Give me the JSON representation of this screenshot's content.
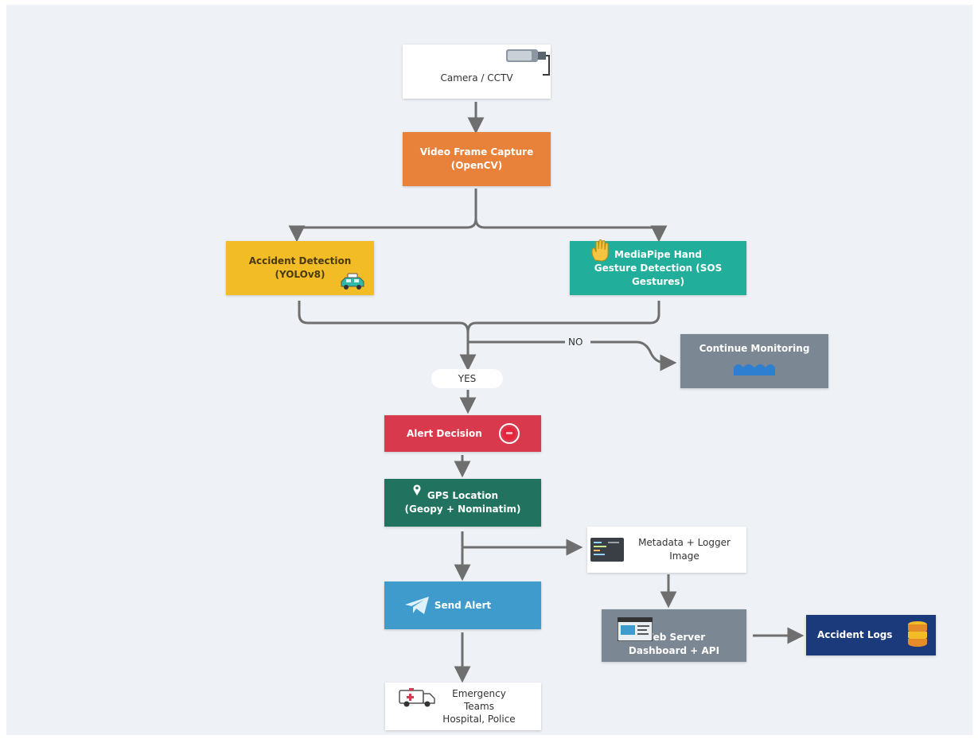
{
  "nodes": {
    "camera": "Camera / CCTV",
    "capture": "Video Frame Capture\n(OpenCV)",
    "accident": "Accident Detection\n(YOLOv8)",
    "mediapipe": "MediaPipe Hand\nGesture  Detection (SOS\nGestures)",
    "monitor": "Continue Monitoring",
    "yes": "YES",
    "alert": "Alert Decision",
    "gps": "GPS Location\n(Geopy + Nominatim)",
    "metadata": "Metadata + Logger\nImage",
    "send": "Send Alert",
    "webserver": "Web Server\nDashboard + API",
    "logs": "Accident Logs",
    "emergency": "Emergency\nTeams\nHospital, Police"
  },
  "edge_labels": {
    "no": "NO"
  },
  "colors": {
    "canvas": "#eef1f5",
    "camera": "#ffffff",
    "capture": "#e8823a",
    "accident": "#f2bc26",
    "mediapipe": "#21ae9b",
    "monitor": "#7c8794",
    "yes": "#ffffff",
    "alert": "#d8394c",
    "gps": "#21725f",
    "metadata": "#ffffff",
    "send": "#3f9bcc",
    "webserver": "#7c8794",
    "logs": "#1a3a7b",
    "emergency": "#ffffff",
    "arrow": "#6f6f6f"
  },
  "icons": [
    "cctv-camera-icon",
    "raised-hand-icon",
    "car-icon",
    "cloud-waves-icon",
    "siren-icon",
    "location-pin-icon",
    "code-terminal-icon",
    "telegram-plane-icon",
    "browser-window-icon",
    "database-icon",
    "ambulance-icon"
  ]
}
